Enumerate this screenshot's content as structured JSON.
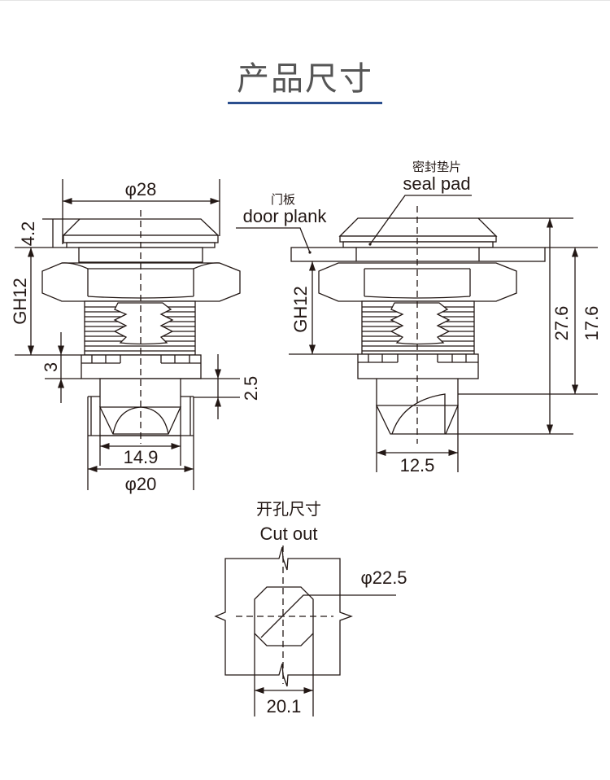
{
  "header": {
    "title": "产品尺寸",
    "accent_color": "#2b4f8e"
  },
  "side_view": {
    "dia_top": "φ28",
    "cap_height": "4.2",
    "thread": "GH12",
    "washer_height": "3",
    "cam_offset": "2.5",
    "cam_width": "14.9",
    "dia_bottom": "φ20"
  },
  "installed_view": {
    "seal_pad_cn": "密封垫片",
    "seal_pad_en": "seal pad",
    "door_plank_cn": "门板",
    "door_plank_en": "door plank",
    "thread": "GH12",
    "total_length": "27.6",
    "length_below_panel": "17.6",
    "cam_width": "12.5"
  },
  "cutout": {
    "title_cn": "开孔尺寸",
    "title_en": "Cut out",
    "diameter": "φ22.5",
    "flat_width": "20.1"
  }
}
